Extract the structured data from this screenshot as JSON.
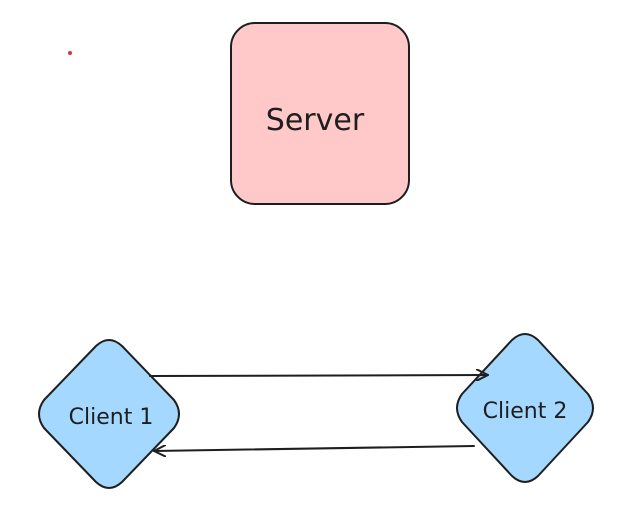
{
  "diagram": {
    "nodes": [
      {
        "id": "server",
        "label": "Server",
        "shape": "rounded-rectangle",
        "fill": "#ffc9c9",
        "stroke": "#1e1e1e"
      },
      {
        "id": "client1",
        "label": "Client 1",
        "shape": "diamond",
        "fill": "#a5d8ff",
        "stroke": "#1e1e1e"
      },
      {
        "id": "client2",
        "label": "Client 2",
        "shape": "diamond",
        "fill": "#a5d8ff",
        "stroke": "#1e1e1e"
      }
    ],
    "edges": [
      {
        "from": "client1",
        "to": "client2",
        "style": "arrow"
      },
      {
        "from": "client2",
        "to": "client1",
        "style": "arrow"
      }
    ],
    "colors": {
      "line": "#1e1e1e",
      "dot": "#e03131",
      "background": "#ffffff"
    }
  }
}
